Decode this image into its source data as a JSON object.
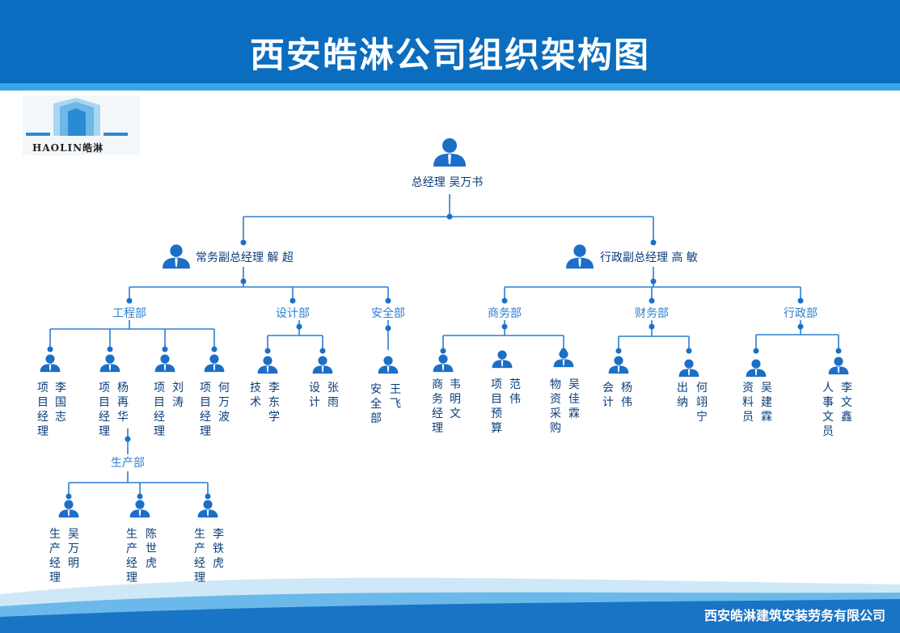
{
  "header": {
    "title": "西安皓淋公司组织架构图",
    "color": "#0b6dbf",
    "stripe_color": "#39a7e6"
  },
  "logo": {
    "text": "HAOLIN皓淋",
    "icon": "building-logo"
  },
  "footer": {
    "company": "西安皓淋建筑安装劳务有限公司"
  },
  "colors": {
    "line": "#2a7fd1",
    "node": "#1c6ec7",
    "dept": "#2f7fd0",
    "name": "#0a3d7a"
  },
  "org": {
    "ceo": "总经理 吴万书",
    "vp_left": "常务副总经理 解 超",
    "vp_right": "行政副总经理 高 敏",
    "departments": {
      "engineering": "工程部",
      "design": "设计部",
      "safety": "安全部",
      "business": "商务部",
      "finance": "财务部",
      "admin": "行政部",
      "production": "生产部"
    },
    "people": {
      "eng_1": {
        "role": "项目经理",
        "name": "李国志"
      },
      "eng_2": {
        "role": "项目经理",
        "name": "杨再华"
      },
      "eng_3": {
        "role": "项目经理",
        "name": "刘涛"
      },
      "eng_4": {
        "role": "项目经理",
        "name": "何万波"
      },
      "des_1": {
        "role": "技术",
        "name": "李东学"
      },
      "des_2": {
        "role": "设计",
        "name": "张雨"
      },
      "saf_1": {
        "role": "安全部",
        "name": "王飞"
      },
      "bus_1": {
        "role": "商务经理",
        "name": "韦明文"
      },
      "bus_2": {
        "role": "项目预算",
        "name": "范伟"
      },
      "bus_3": {
        "role": "物资采购",
        "name": "吴佳霖"
      },
      "fin_1": {
        "role": "会计",
        "name": "杨伟"
      },
      "fin_2": {
        "role": "出纳",
        "name": "何翊宁"
      },
      "adm_1": {
        "role": "资料员",
        "name": "吴建霖"
      },
      "adm_2": {
        "role": "人事文员",
        "name": "李文鑫"
      },
      "pro_1": {
        "role": "生产经理",
        "name": "吴万明"
      },
      "pro_2": {
        "role": "生产经理",
        "name": "陈世虎"
      },
      "pro_3": {
        "role": "生产经理",
        "name": "李铁虎"
      }
    }
  }
}
